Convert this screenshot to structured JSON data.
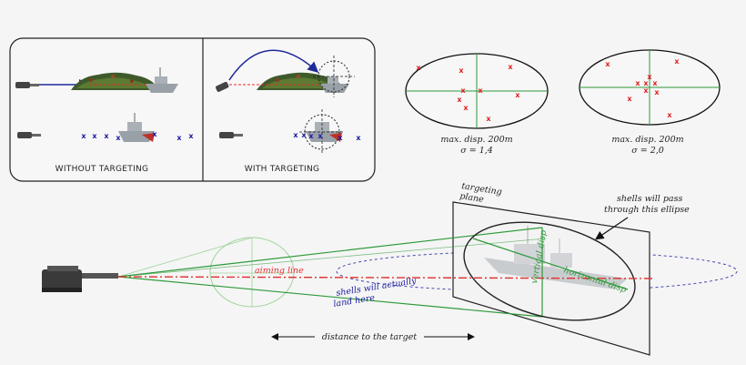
{
  "panels": {
    "without_targeting_label": "WITHOUT TARGETING",
    "with_targeting_label": "WITH TARGETING",
    "hit_mark": "x"
  },
  "ellipses": [
    {
      "max_disp": "max. disp. 200m",
      "sigma": "σ = 1,4",
      "mark": "x"
    },
    {
      "max_disp": "max. disp. 200m",
      "sigma": "σ = 2,0",
      "mark": "x"
    }
  ],
  "diagram": {
    "targeting_plane_line1": "targeting",
    "targeting_plane_line2": "plane",
    "pass_note_line1": "shells will pass",
    "pass_note_line2": "through this ellipse",
    "aiming_line": "aiming line",
    "land_line1": "shells will actually",
    "land_line2": "land here",
    "vertical_disp": "vertical disp",
    "horizontal_disp": "horizontal disp",
    "distance": "distance to the target"
  },
  "colors": {
    "aim": "#e0302e",
    "cone": "#2e9a3a",
    "cone_faint": "#9fd49a",
    "shells": "#1a1aa0",
    "arc": "#1f2a9a",
    "hit": "#e02020",
    "outline": "#111111"
  }
}
